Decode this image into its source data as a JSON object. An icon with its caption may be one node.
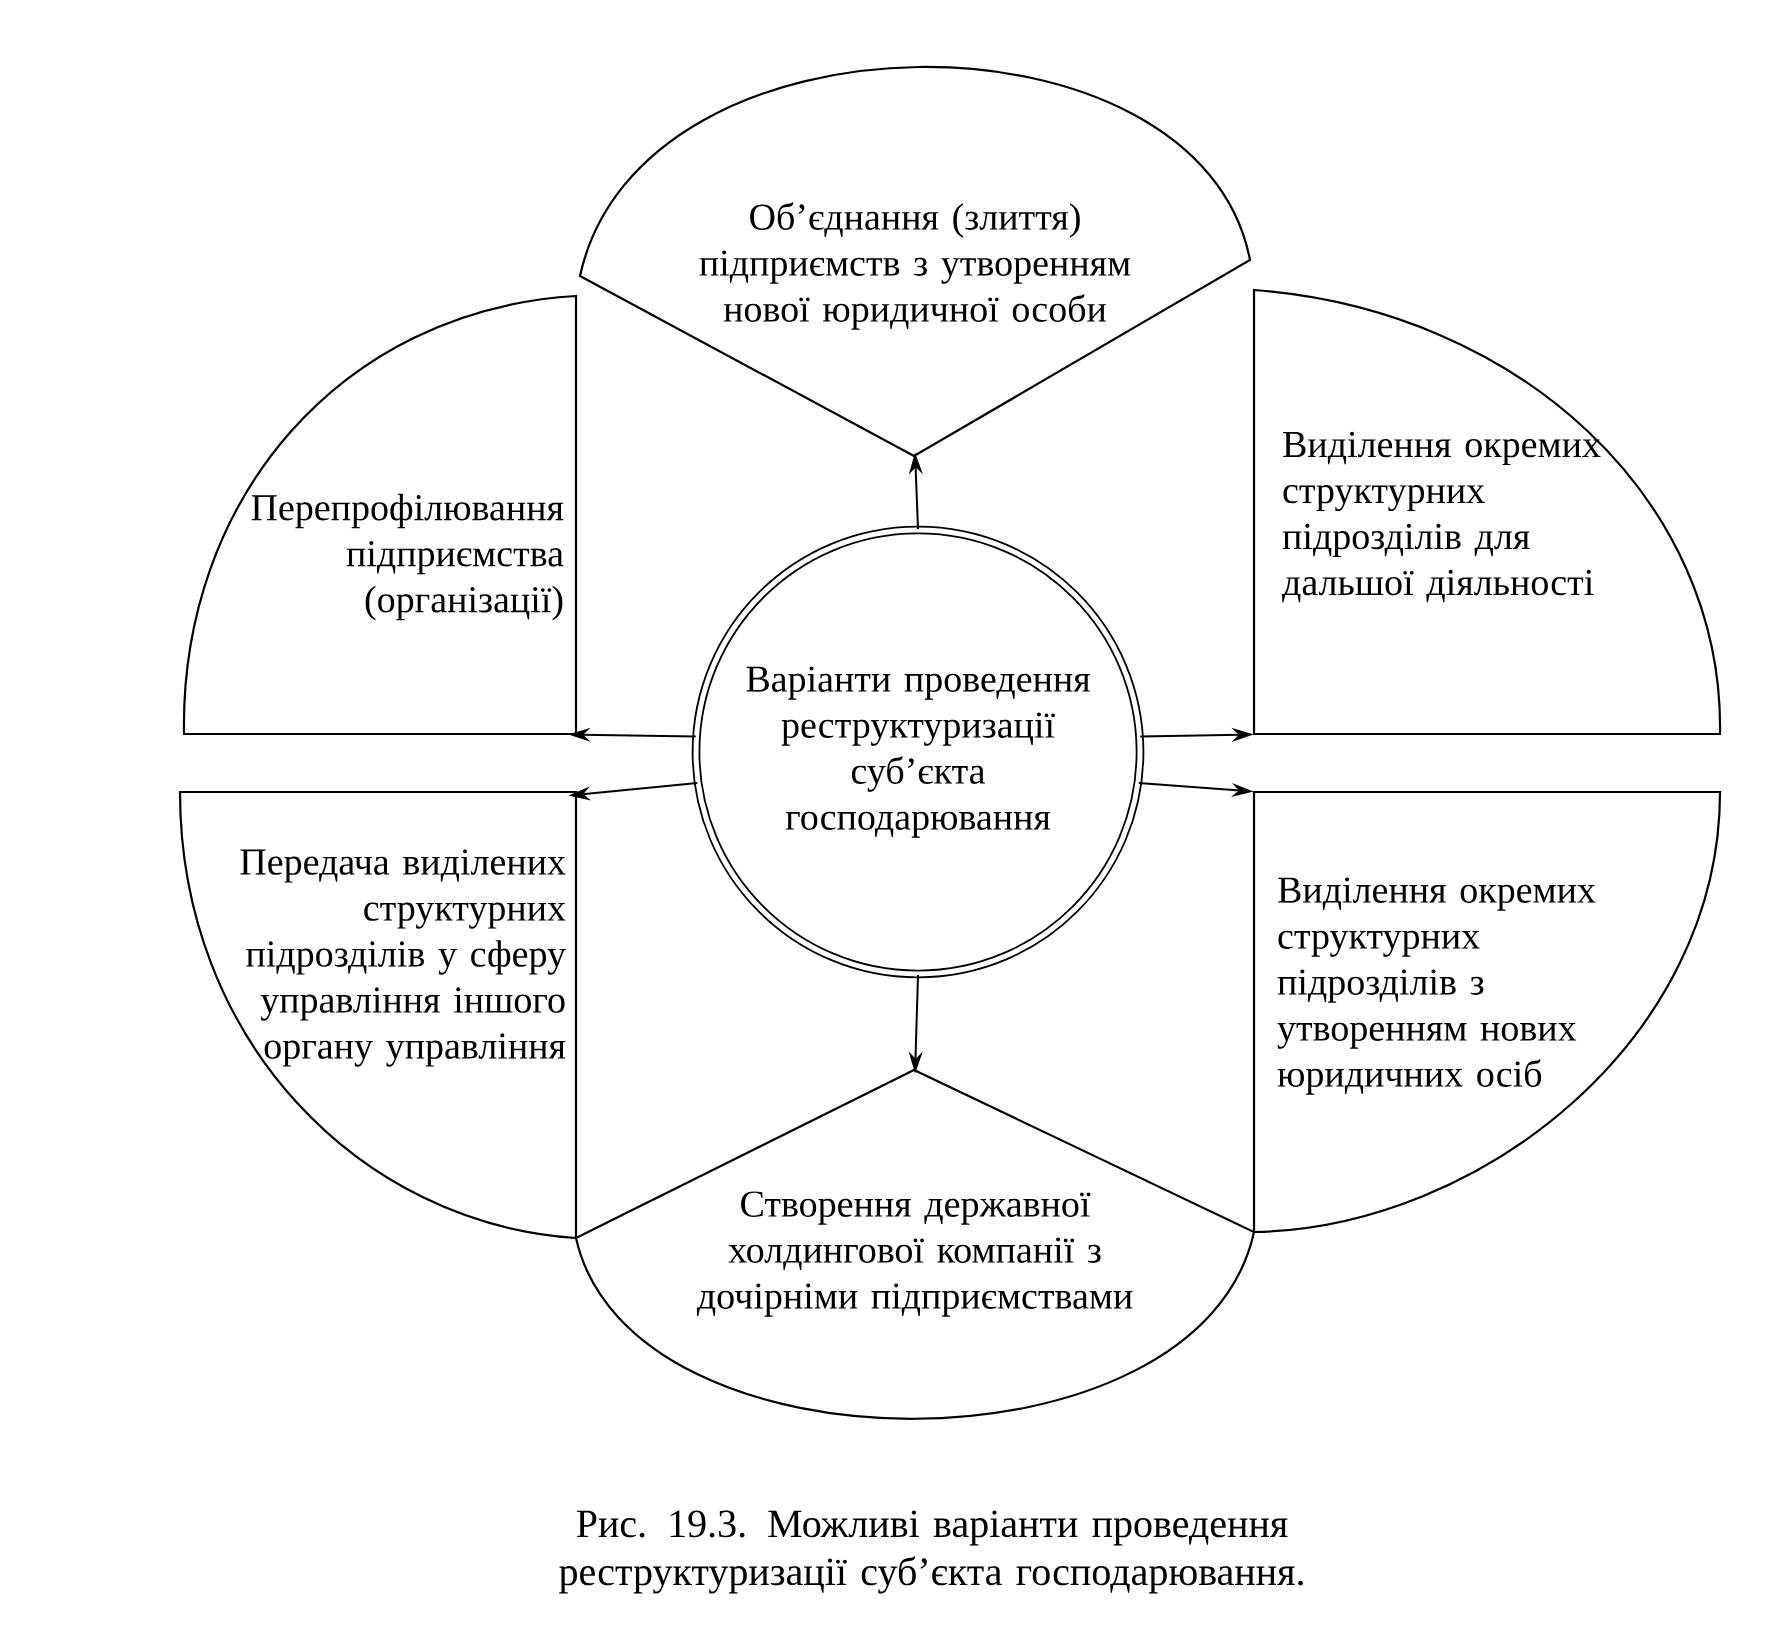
{
  "diagram": {
    "caption": "Рис. 19.3. Можливі варіанти проведення реструктуризації суб’єкта господарювання.",
    "nodes": [
      {
        "text": [
          "Варіанти проведення реструктуризації суб’єкта господарювання"
        ]
      },
      {
        "text": [
          "Об’єднання (злиття) підприємств з утворенням нової юридичної особи"
        ]
      },
      {
        "text": [
          "Перепрофілювання підприємства (організації)"
        ]
      },
      {
        "text": [
          "Виділення окремих структурних підрозділів для дальшої діяльності"
        ]
      },
      {
        "text": [
          "Передача виділених структурних підрозділів у сферу управління іншого органу управління"
        ]
      },
      {
        "text": [
          "Виділення окремих структурних підрозділів з утворенням нових юридичних осіб"
        ]
      },
      {
        "text": [
          "Створення державної холдингової компанії з дочірніми підприємствами"
        ]
      }
    ],
    "edges": [
      {
        "from": 0,
        "to": 1,
        "arrow": "to"
      },
      {
        "from": 0,
        "to": 2,
        "arrow": "to"
      },
      {
        "from": 0,
        "to": 3,
        "arrow": "to"
      },
      {
        "from": 0,
        "to": 4,
        "arrow": "to"
      },
      {
        "from": 0,
        "to": 5,
        "arrow": "to"
      },
      {
        "from": 0,
        "to": 6,
        "arrow": "to"
      }
    ]
  }
}
